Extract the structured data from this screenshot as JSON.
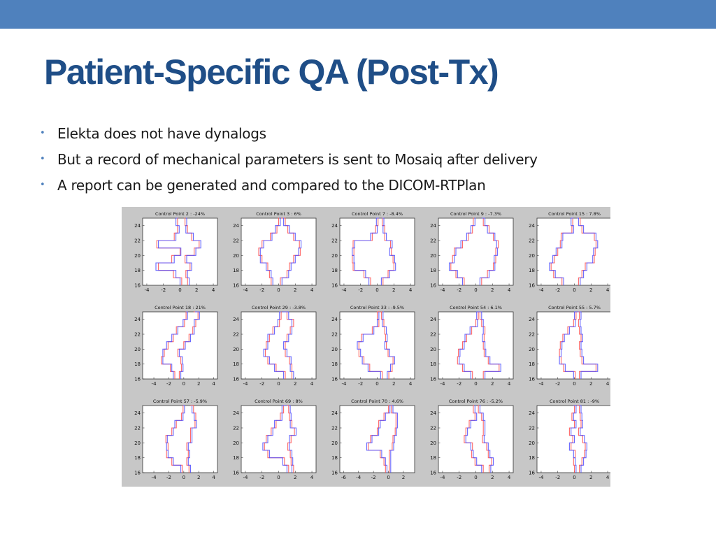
{
  "slide": {
    "title": "Patient-Specific QA (Post-Tx)",
    "bullets": [
      "Elekta does not have dynalogs",
      "But a record of mechanical parameters is sent to Mosaiq after delivery",
      "A report can be generated and compared to the DICOM-RTPlan"
    ],
    "colors": {
      "top_bar": "#4f81bd",
      "title": "#1f4e87",
      "bullet": "#4f81bd",
      "figure_bg": "#c7c7c7"
    }
  },
  "chart_data": {
    "type": "line",
    "layout": "3x5 grid of small plots",
    "series_colors": {
      "series_1": "#ff4d4d",
      "series_2": "#4d4dff"
    },
    "ylim": [
      16,
      25
    ],
    "yticks": [
      16,
      18,
      20,
      22,
      24
    ],
    "panels": [
      {
        "title": "Control Point 2 : -24%",
        "xlim": [
          -4.5,
          4.5
        ],
        "xticks": [
          -4,
          -2,
          0,
          2,
          4
        ],
        "y": [
          16,
          17,
          18,
          19,
          20,
          21,
          22,
          23,
          24,
          25
        ],
        "left_1": [
          0.2,
          -0.8,
          -2.6,
          -1.0,
          0.0,
          -2.8,
          -0.7,
          -0.3,
          -0.3,
          -0.4
        ],
        "right_1": [
          0.9,
          0.7,
          1.2,
          0.6,
          1.7,
          2.3,
          1.4,
          0.9,
          0.6,
          0.5
        ],
        "left_2": [
          0.0,
          -0.5,
          -2.9,
          -0.7,
          0.1,
          -2.6,
          -0.5,
          -0.1,
          -0.5,
          -0.3
        ],
        "right_2": [
          1.1,
          0.9,
          1.4,
          0.8,
          1.9,
          2.5,
          1.6,
          0.7,
          0.8,
          0.7
        ]
      },
      {
        "title": "Control Point 3 : 6%",
        "xlim": [
          -4.5,
          4.5
        ],
        "xticks": [
          -4,
          -2,
          0,
          2,
          4
        ],
        "y": [
          16,
          17,
          18,
          19,
          20,
          21,
          22,
          23,
          24,
          25
        ],
        "left_1": [
          -0.9,
          -1.1,
          -1.3,
          -2.0,
          -2.4,
          -2.0,
          -1.0,
          -0.2,
          0.0,
          -0.1
        ],
        "right_1": [
          0.2,
          1.0,
          1.3,
          1.8,
          2.6,
          2.5,
          1.8,
          1.1,
          0.8,
          0.3
        ],
        "left_2": [
          -0.7,
          -0.9,
          -1.5,
          -2.2,
          -2.2,
          -1.8,
          -0.8,
          -0.4,
          0.2,
          0.1
        ],
        "right_2": [
          0.4,
          1.2,
          1.5,
          2.0,
          2.4,
          2.7,
          2.0,
          1.3,
          0.6,
          0.5
        ]
      },
      {
        "title": "Control Point 7 : -8.4%",
        "xlim": [
          -4.5,
          4.5
        ],
        "xticks": [
          -4,
          -2,
          0,
          2,
          4
        ],
        "y": [
          16,
          17,
          18,
          19,
          20,
          21,
          22,
          23,
          24,
          25
        ],
        "left_1": [
          -0.8,
          -1.6,
          -2.9,
          -3.0,
          -2.8,
          -2.9,
          -0.6,
          -0.2,
          0.1,
          0.0
        ],
        "right_1": [
          0.7,
          1.3,
          2.0,
          1.9,
          1.7,
          1.6,
          0.9,
          0.9,
          0.6,
          0.8
        ],
        "left_2": [
          -1.0,
          -1.4,
          -2.7,
          -2.8,
          -3.0,
          -2.7,
          -0.8,
          0.0,
          -0.1,
          0.2
        ],
        "right_2": [
          0.5,
          1.5,
          2.2,
          2.1,
          1.5,
          1.8,
          1.1,
          0.7,
          0.8,
          0.6
        ]
      },
      {
        "title": "Control Point 9 : -7.3%",
        "xlim": [
          -4.5,
          4.5
        ],
        "xticks": [
          -4,
          -2,
          0,
          2,
          4
        ],
        "y": [
          16,
          17,
          18,
          19,
          20,
          21,
          22,
          23,
          24,
          25
        ],
        "left_1": [
          -1.4,
          -2.4,
          -3.0,
          -2.8,
          -2.6,
          -1.6,
          -0.9,
          -0.4,
          -0.3,
          -0.2
        ],
        "right_1": [
          0.7,
          1.4,
          2.1,
          2.4,
          2.4,
          2.7,
          2.1,
          1.6,
          0.9,
          0.9
        ],
        "left_2": [
          -1.6,
          -2.2,
          -3.2,
          -2.6,
          -2.4,
          -1.8,
          -1.1,
          -0.6,
          -0.1,
          0.0
        ],
        "right_2": [
          0.5,
          1.6,
          2.3,
          2.2,
          2.6,
          2.5,
          2.3,
          1.4,
          1.1,
          0.7
        ]
      },
      {
        "title": "Control Point 15 : 7.8%",
        "xlim": [
          -4.5,
          4.5
        ],
        "xticks": [
          -4,
          -2,
          0,
          2,
          4
        ],
        "y": [
          16,
          17,
          18,
          19,
          20,
          21,
          22,
          23,
          24,
          25
        ],
        "left_1": [
          -1.5,
          -2.5,
          -2.8,
          -2.4,
          -2.0,
          -1.7,
          -1.6,
          -0.3,
          -0.2,
          -0.3
        ],
        "right_1": [
          0.5,
          0.9,
          1.3,
          2.4,
          2.5,
          2.6,
          2.4,
          0.9,
          0.7,
          0.5
        ],
        "left_2": [
          -1.3,
          -2.3,
          -3.0,
          -2.6,
          -2.2,
          -1.5,
          -1.4,
          -0.1,
          -0.4,
          -0.1
        ],
        "right_2": [
          0.7,
          1.1,
          1.5,
          2.2,
          2.3,
          2.8,
          2.6,
          1.1,
          0.5,
          0.3
        ]
      },
      {
        "title": "Control Point 18 : 21%",
        "xlim": [
          -5.5,
          4.5
        ],
        "xticks": [
          -4,
          -2,
          0,
          2,
          4
        ],
        "y": [
          16,
          17,
          18,
          19,
          20,
          21,
          22,
          23,
          24,
          25
        ],
        "left_1": [
          -1.2,
          -1.8,
          -3.0,
          -2.6,
          -2.1,
          -1.4,
          -1.0,
          0.1,
          0.3,
          0.5
        ],
        "right_1": [
          -0.6,
          -0.3,
          -0.4,
          -0.8,
          0.0,
          0.7,
          1.2,
          1.6,
          1.9,
          1.3
        ],
        "left_2": [
          -1.4,
          -1.6,
          -2.8,
          -2.8,
          -2.3,
          -1.6,
          -0.8,
          -0.1,
          0.5,
          0.3
        ],
        "right_2": [
          -0.4,
          -0.1,
          -0.2,
          -0.6,
          0.2,
          0.9,
          1.4,
          1.4,
          2.1,
          1.5
        ]
      },
      {
        "title": "Control Point 29 : -3.8%",
        "xlim": [
          -4.5,
          4.5
        ],
        "xticks": [
          -4,
          -2,
          0,
          2,
          4
        ],
        "y": [
          16,
          17,
          18,
          19,
          20,
          21,
          22,
          23,
          24,
          25
        ],
        "left_1": [
          0.8,
          -0.3,
          -1.3,
          -1.6,
          -1.5,
          -1.1,
          -0.7,
          0.1,
          0.3,
          0.1
        ],
        "right_1": [
          1.6,
          1.6,
          1.3,
          0.8,
          0.8,
          1.0,
          1.4,
          1.8,
          1.0,
          0.6
        ],
        "left_2": [
          0.6,
          -0.5,
          -1.1,
          -1.8,
          -1.3,
          -1.3,
          -0.5,
          -0.1,
          0.1,
          0.3
        ],
        "right_2": [
          1.8,
          1.4,
          1.5,
          1.0,
          0.6,
          1.2,
          1.6,
          1.6,
          1.2,
          0.4
        ]
      },
      {
        "title": "Control Point 33 : -9.5%",
        "xlim": [
          -4.5,
          4.5
        ],
        "xticks": [
          -4,
          -2,
          0,
          2,
          4
        ],
        "y": [
          16,
          17,
          18,
          19,
          20,
          21,
          22,
          23,
          24,
          25
        ],
        "left_1": [
          0.6,
          -0.9,
          -1.6,
          -2.2,
          -2.2,
          -1.9,
          -0.6,
          0.2,
          0.0,
          0.4
        ],
        "right_1": [
          1.4,
          1.8,
          1.9,
          1.3,
          1.1,
          1.0,
          0.9,
          0.8,
          0.5,
          0.6
        ],
        "left_2": [
          0.4,
          -1.1,
          -1.8,
          -2.0,
          -2.4,
          -1.7,
          -0.4,
          0.0,
          0.2,
          0.2
        ],
        "right_2": [
          1.2,
          1.6,
          2.1,
          1.5,
          0.9,
          1.2,
          1.1,
          0.6,
          0.7,
          0.8
        ]
      },
      {
        "title": "Control Point 54 : 6.1%",
        "xlim": [
          -4.5,
          4.5
        ],
        "xticks": [
          -4,
          -2,
          0,
          2,
          4
        ],
        "y": [
          16,
          17,
          18,
          19,
          20,
          21,
          22,
          23,
          24,
          25
        ],
        "left_1": [
          -0.4,
          -1.6,
          -2.2,
          -2.1,
          -1.6,
          -1.1,
          -0.5,
          0.0,
          0.3,
          0.4
        ],
        "right_1": [
          0.9,
          2.8,
          1.5,
          1.0,
          0.9,
          1.0,
          1.1,
          0.7,
          0.5,
          0.6
        ],
        "left_2": [
          -0.6,
          -1.4,
          -2.0,
          -1.9,
          -1.4,
          -1.3,
          -0.7,
          0.2,
          0.1,
          0.6
        ],
        "right_2": [
          1.1,
          3.0,
          1.7,
          1.2,
          1.1,
          0.8,
          0.9,
          0.9,
          0.7,
          0.8
        ]
      },
      {
        "title": "Control Point 55 : 5.7%",
        "xlim": [
          -4.5,
          4.5
        ],
        "xticks": [
          -4,
          -2,
          0,
          2,
          4
        ],
        "y": [
          16,
          17,
          18,
          19,
          20,
          21,
          22,
          23,
          24,
          25
        ],
        "left_1": [
          0.1,
          -1.3,
          -1.6,
          -1.8,
          -1.7,
          -1.4,
          -0.8,
          -0.1,
          0.2,
          0.3
        ],
        "right_1": [
          0.6,
          2.6,
          0.9,
          0.7,
          0.6,
          0.8,
          0.6,
          0.5,
          0.6,
          0.4
        ],
        "left_2": [
          -0.1,
          -1.1,
          -1.8,
          -1.6,
          -1.5,
          -1.2,
          -0.6,
          0.1,
          0.0,
          0.5
        ],
        "right_2": [
          0.8,
          2.8,
          1.1,
          0.9,
          0.8,
          1.0,
          0.8,
          0.7,
          0.8,
          0.6
        ]
      },
      {
        "title": "Control Point 57 : -5.9%",
        "xlim": [
          -5.5,
          4.5
        ],
        "xticks": [
          -4,
          -2,
          0,
          2,
          4
        ],
        "y": [
          16,
          17,
          18,
          19,
          20,
          21,
          22,
          23,
          24,
          25
        ],
        "left_1": [
          -0.2,
          -1.6,
          -2.3,
          -2.1,
          -2.4,
          -1.6,
          -1.0,
          -0.3,
          -0.1,
          0.1
        ],
        "right_1": [
          0.7,
          0.4,
          0.6,
          0.4,
          0.9,
          0.9,
          1.5,
          1.6,
          1.3,
          0.9
        ],
        "left_2": [
          -0.4,
          -1.4,
          -2.1,
          -2.3,
          -2.2,
          -1.4,
          -1.2,
          -0.1,
          0.1,
          -0.1
        ],
        "right_2": [
          0.9,
          0.6,
          0.8,
          0.6,
          1.1,
          1.1,
          1.7,
          1.4,
          1.1,
          1.1
        ]
      },
      {
        "title": "Control Point 69 : 8%",
        "xlim": [
          -4.5,
          4.5
        ],
        "xticks": [
          -4,
          -2,
          0,
          2,
          4
        ],
        "y": [
          16,
          17,
          18,
          19,
          20,
          21,
          22,
          23,
          24,
          25
        ],
        "left_1": [
          1.2,
          0.7,
          -1.3,
          -1.7,
          -1.5,
          -0.9,
          -0.3,
          0.2,
          0.6,
          0.8
        ],
        "right_1": [
          1.8,
          1.5,
          1.4,
          1.1,
          1.5,
          1.9,
          1.6,
          1.3,
          1.2,
          1.0
        ],
        "left_2": [
          1.0,
          0.5,
          -1.1,
          -1.9,
          -1.3,
          -0.7,
          -0.5,
          0.4,
          0.4,
          1.0
        ],
        "right_2": [
          1.6,
          1.7,
          1.6,
          1.3,
          1.3,
          2.1,
          1.4,
          1.5,
          1.4,
          1.2
        ]
      },
      {
        "title": "Control Point 70 : 4.6%",
        "xlim": [
          -6.5,
          3.5
        ],
        "xticks": [
          -6,
          -4,
          -2,
          0,
          2
        ],
        "y": [
          16,
          17,
          18,
          19,
          20,
          21,
          22,
          23,
          24,
          25
        ],
        "left_1": [
          -0.4,
          -0.6,
          -1.1,
          -2.7,
          -2.4,
          -1.5,
          -1.3,
          -0.6,
          0.0,
          0.1
        ],
        "right_1": [
          0.1,
          0.1,
          0.1,
          0.5,
          0.6,
          0.9,
          1.0,
          1.0,
          0.4,
          0.2
        ],
        "left_2": [
          -0.2,
          -0.4,
          -0.9,
          -2.9,
          -2.2,
          -1.3,
          -1.1,
          -0.4,
          0.2,
          0.3
        ],
        "right_2": [
          0.3,
          0.3,
          0.3,
          0.7,
          0.8,
          1.1,
          1.2,
          1.2,
          0.6,
          0.4
        ]
      },
      {
        "title": "Control Point 76 : -5.2%",
        "xlim": [
          -4.5,
          4.5
        ],
        "xticks": [
          -4,
          -2,
          0,
          2,
          4
        ],
        "y": [
          16,
          17,
          18,
          19,
          20,
          21,
          22,
          23,
          24,
          25
        ],
        "left_1": [
          0.9,
          -0.1,
          -0.5,
          -0.4,
          -1.4,
          -1.2,
          -0.8,
          -0.1,
          -0.3,
          -0.2
        ],
        "right_1": [
          1.6,
          1.9,
          1.5,
          1.3,
          0.8,
          0.9,
          0.9,
          0.7,
          0.3,
          0.4
        ],
        "left_2": [
          0.7,
          0.1,
          -0.3,
          -0.6,
          -1.2,
          -1.0,
          -0.6,
          0.1,
          -0.1,
          0.0
        ],
        "right_2": [
          1.8,
          2.1,
          1.7,
          1.5,
          1.0,
          1.1,
          1.1,
          0.9,
          0.5,
          0.6
        ]
      },
      {
        "title": "Control Point 81 : -9%",
        "xlim": [
          -4.5,
          4.5
        ],
        "xticks": [
          -4,
          -2,
          0,
          2,
          4
        ],
        "y": [
          16,
          17,
          18,
          19,
          20,
          21,
          22,
          23,
          24,
          25
        ],
        "left_1": [
          0.0,
          -0.1,
          0.1,
          -0.4,
          -0.2,
          -0.6,
          0.0,
          -0.3,
          0.0,
          0.1
        ],
        "right_1": [
          0.6,
          0.9,
          1.2,
          1.3,
          1.0,
          0.5,
          0.8,
          0.7,
          0.6,
          0.3
        ],
        "left_2": [
          0.2,
          0.1,
          -0.1,
          -0.6,
          0.0,
          -0.4,
          0.2,
          -0.1,
          0.2,
          -0.1
        ],
        "right_2": [
          0.8,
          1.1,
          1.4,
          1.5,
          1.2,
          0.7,
          1.0,
          0.9,
          0.8,
          0.5
        ]
      }
    ]
  }
}
